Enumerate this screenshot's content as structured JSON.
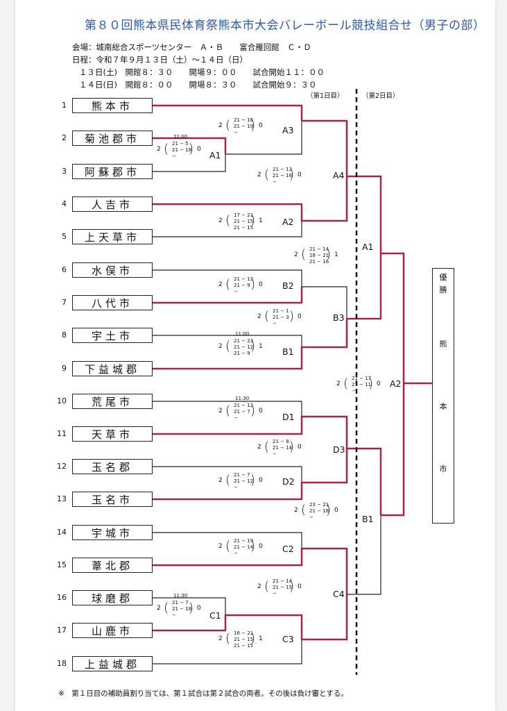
{
  "title": "第８０回熊本県民体育祭熊本市大会バレーボール競技組合せ（男子の部）",
  "info": {
    "venue": "会場：城南総合スポーツセンター　Ａ・Ｂ　　富合雁回館　Ｃ・Ｄ",
    "dates": "日程：令和７年９月１３日（土）～１４日（日）",
    "day1": "１３日(土)　開館８：３０　　開場９：００　　試合開始１１：００",
    "day2": "１４日(日)　開館８：００　　開場８：３０　　試合開始９：３０"
  },
  "day_labels": {
    "day1": "（第1日目）",
    "day2": "（第2日目）"
  },
  "teams": [
    {
      "num": "1",
      "name": "熊本市"
    },
    {
      "num": "2",
      "name": "菊池郡市"
    },
    {
      "num": "3",
      "name": "阿蘇郡市"
    },
    {
      "num": "4",
      "name": "人吉市"
    },
    {
      "num": "5",
      "name": "上天草市"
    },
    {
      "num": "6",
      "name": "水俣市"
    },
    {
      "num": "7",
      "name": "八代市"
    },
    {
      "num": "8",
      "name": "宇土市"
    },
    {
      "num": "9",
      "name": "下益城郡"
    },
    {
      "num": "10",
      "name": "荒尾市"
    },
    {
      "num": "11",
      "name": "天草市"
    },
    {
      "num": "12",
      "name": "玉名郡"
    },
    {
      "num": "13",
      "name": "玉名市"
    },
    {
      "num": "14",
      "name": "宇城市"
    },
    {
      "num": "15",
      "name": "葦北郡"
    },
    {
      "num": "16",
      "name": "球磨郡"
    },
    {
      "num": "17",
      "name": "山鹿市"
    },
    {
      "num": "18",
      "name": "上益城郡"
    }
  ],
  "matches": [
    {
      "label": "A3",
      "time": "",
      "score": {
        "left": "2",
        "right": "0",
        "sets": [
          "21 − 16",
          "21 − 19",
          "−"
        ]
      }
    },
    {
      "label": "A1",
      "time": "11:00",
      "score": {
        "left": "2",
        "right": "0",
        "sets": [
          "21 − 5",
          "21 − 18",
          "−"
        ]
      }
    },
    {
      "label": "A4",
      "time": "",
      "score": {
        "left": "2",
        "right": "0",
        "sets": [
          "21 − 13",
          "21 − 16",
          "−"
        ]
      }
    },
    {
      "label": "A2",
      "time": "",
      "score": {
        "left": "2",
        "right": "1",
        "sets": [
          "17 − 21",
          "21 − 15",
          "21 − 15"
        ]
      }
    },
    {
      "label": "A1",
      "time": "",
      "score": {
        "left": "2",
        "right": "1",
        "sets": [
          "21 − 14",
          "18 − 21",
          "21 − 16"
        ]
      }
    },
    {
      "label": "B2",
      "time": "",
      "score": {
        "left": "2",
        "right": "0",
        "sets": [
          "21 − 13",
          "21 − 9",
          "−"
        ]
      }
    },
    {
      "label": "B3",
      "time": "",
      "score": {
        "left": "2",
        "right": "0",
        "sets": [
          "21 − 1",
          "21 − 3",
          "−"
        ]
      }
    },
    {
      "label": "B1",
      "time": "11:00",
      "score": {
        "left": "2",
        "right": "1",
        "sets": [
          "21 − 23",
          "21 − 12",
          "21 − 9"
        ]
      }
    },
    {
      "label": "A2",
      "time": "",
      "score": {
        "left": "2",
        "right": "0",
        "sets": [
          "21 − 17",
          "21 − 11",
          "−"
        ]
      }
    },
    {
      "label": "D1",
      "time": "11:30",
      "score": {
        "left": "2",
        "right": "0",
        "sets": [
          "21 − 12",
          "21 − 7",
          "−"
        ]
      }
    },
    {
      "label": "D3",
      "time": "",
      "score": {
        "left": "2",
        "right": "0",
        "sets": [
          "21 − 8",
          "21 − 14",
          "−"
        ]
      }
    },
    {
      "label": "D2",
      "time": "",
      "score": {
        "left": "2",
        "right": "0",
        "sets": [
          "21 − 7",
          "21 − 12",
          "−"
        ]
      }
    },
    {
      "label": "B1",
      "time": "",
      "score": {
        "left": "2",
        "right": "0",
        "sets": [
          "23 − 21",
          "21 − 18",
          "−"
        ]
      }
    },
    {
      "label": "C2",
      "time": "",
      "score": {
        "left": "2",
        "right": "0",
        "sets": [
          "21 − 19",
          "21 − 14",
          "−"
        ]
      }
    },
    {
      "label": "C4",
      "time": "",
      "score": {
        "left": "2",
        "right": "0",
        "sets": [
          "21 − 14",
          "21 − 15",
          "−"
        ]
      }
    },
    {
      "label": "C1",
      "time": "11:30",
      "score": {
        "left": "2",
        "right": "0",
        "sets": [
          "21 − 7",
          "21 − 18",
          "−"
        ]
      }
    },
    {
      "label": "C3",
      "time": "",
      "score": {
        "left": "2",
        "right": "1",
        "sets": [
          "16 − 21",
          "21 − 15",
          "21 − 15"
        ]
      }
    }
  ],
  "winner": {
    "heading": [
      "優",
      "勝"
    ],
    "team": [
      "熊",
      "本",
      "市"
    ]
  },
  "footnote": "※　第１日目の補助員割り当ては、第１試合は第２試合の両者。その後は負け審とする。",
  "colors": {
    "winner_line": "#a8243f",
    "line": "#222222",
    "title": "#2a57b5"
  }
}
